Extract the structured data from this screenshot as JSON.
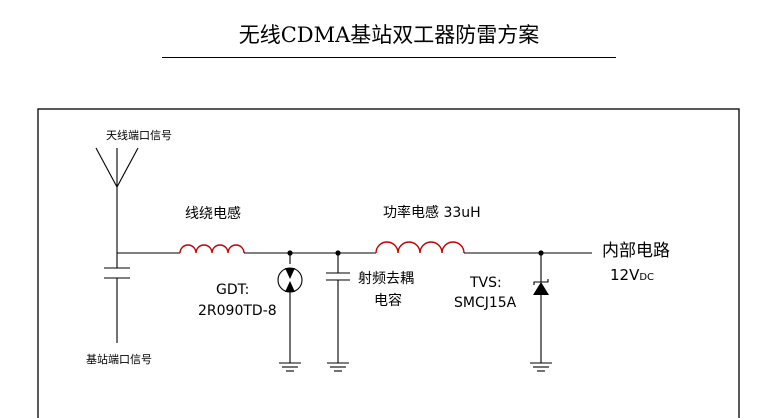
{
  "title": "无线CDMA基站双工器防雷方案",
  "labels": {
    "antenna_port": "天线端口信号",
    "base_station_port": "基站端口信号",
    "line_inductor": "线绕电感",
    "power_inductor": "功率电感 33uH",
    "gdt_label": "GDT:",
    "gdt_part": "2R090TD-8",
    "cap_label_line1": "射频去耦",
    "cap_label_line2": "电容",
    "tvs_label": "TVS:",
    "tvs_part": "SMCJ15A",
    "internal_circuit": "内部电路",
    "voltage_main": "12V",
    "voltage_sub": "DC"
  }
}
